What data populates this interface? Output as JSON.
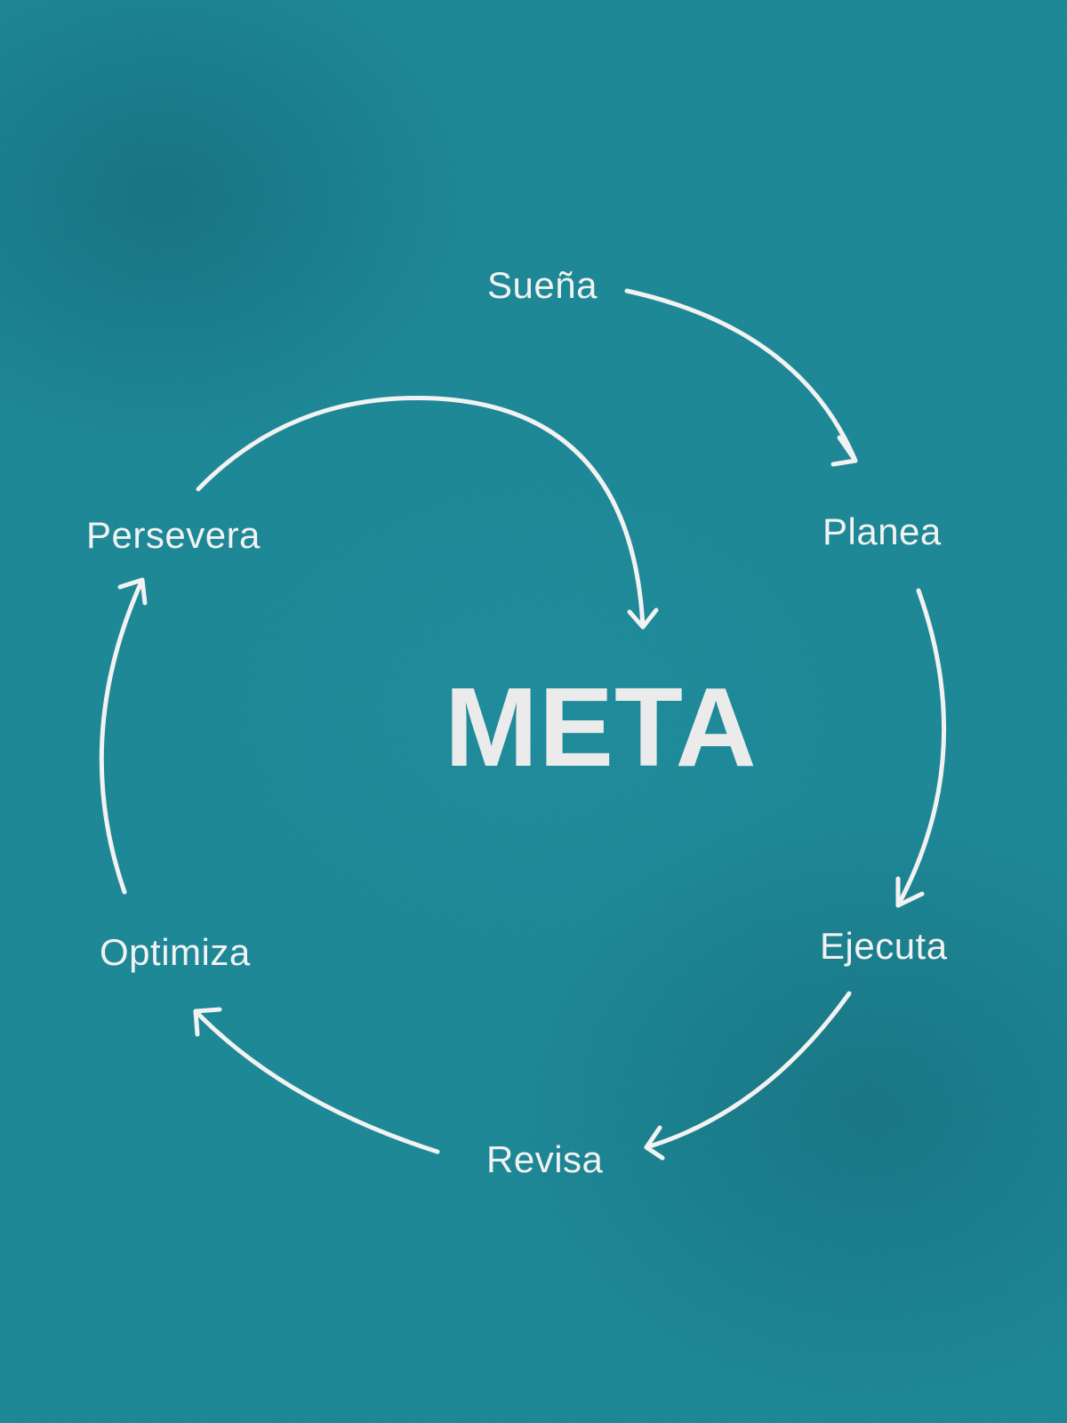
{
  "diagram": {
    "center": "META",
    "steps": [
      {
        "label": "Sueña"
      },
      {
        "label": "Planea"
      },
      {
        "label": "Ejecuta"
      },
      {
        "label": "Revisa"
      },
      {
        "label": "Optimiza"
      },
      {
        "label": "Persevera"
      }
    ]
  },
  "colors": {
    "background": "#1b8796",
    "foreground": "#f2f2f2"
  }
}
